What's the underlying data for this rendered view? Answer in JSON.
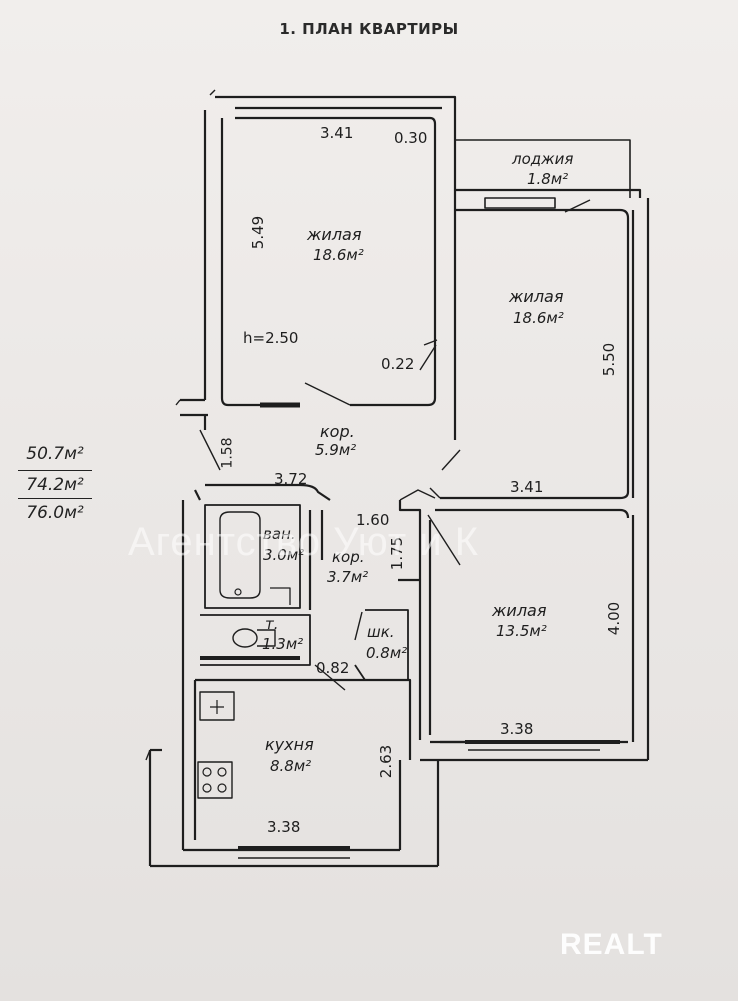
{
  "title": "1. ПЛАН КВАРТИРЫ",
  "areas_block": {
    "living": "50.7м²",
    "total": "74.2м²",
    "total_full": "76.0м²"
  },
  "rooms": {
    "living1": {
      "name": "жилая",
      "area": "18.6м²"
    },
    "loggia": {
      "name": "лоджия",
      "area": "1.8м²"
    },
    "living2": {
      "name": "жилая",
      "area": "18.6м²"
    },
    "corridor1": {
      "name": "кор.",
      "area": "5.9м²"
    },
    "bath": {
      "name": "ван.",
      "area": "3.0м²"
    },
    "corridor2": {
      "name": "кор.",
      "area": "3.7м²"
    },
    "toilet": {
      "name": "т.",
      "area": "1.3м²"
    },
    "closet": {
      "name": "шк.",
      "area": "0.8м²"
    },
    "living3": {
      "name": "жилая",
      "area": "13.5м²"
    },
    "kitchen": {
      "name": "кухня",
      "area": "8.8м²"
    }
  },
  "dims": {
    "d341a": "3.41",
    "d030": "0.30",
    "d549": "5.49",
    "height": "h=2.50",
    "d022": "0.22",
    "d550": "5.50",
    "d341b": "3.41",
    "d158": "1.58",
    "d372": "3.72",
    "d160": "1.60",
    "d175": "1.75",
    "d400": "4.00",
    "d082": "0.82",
    "d263": "2.63",
    "d338a": "3.38",
    "d338b": "3.38"
  },
  "watermark": "Агентство Уют и К",
  "brand": "REALT",
  "colors": {
    "ink": "#1e1e1e",
    "paper": "#ecE9e7",
    "wall_fill": "#f4f2f0"
  }
}
